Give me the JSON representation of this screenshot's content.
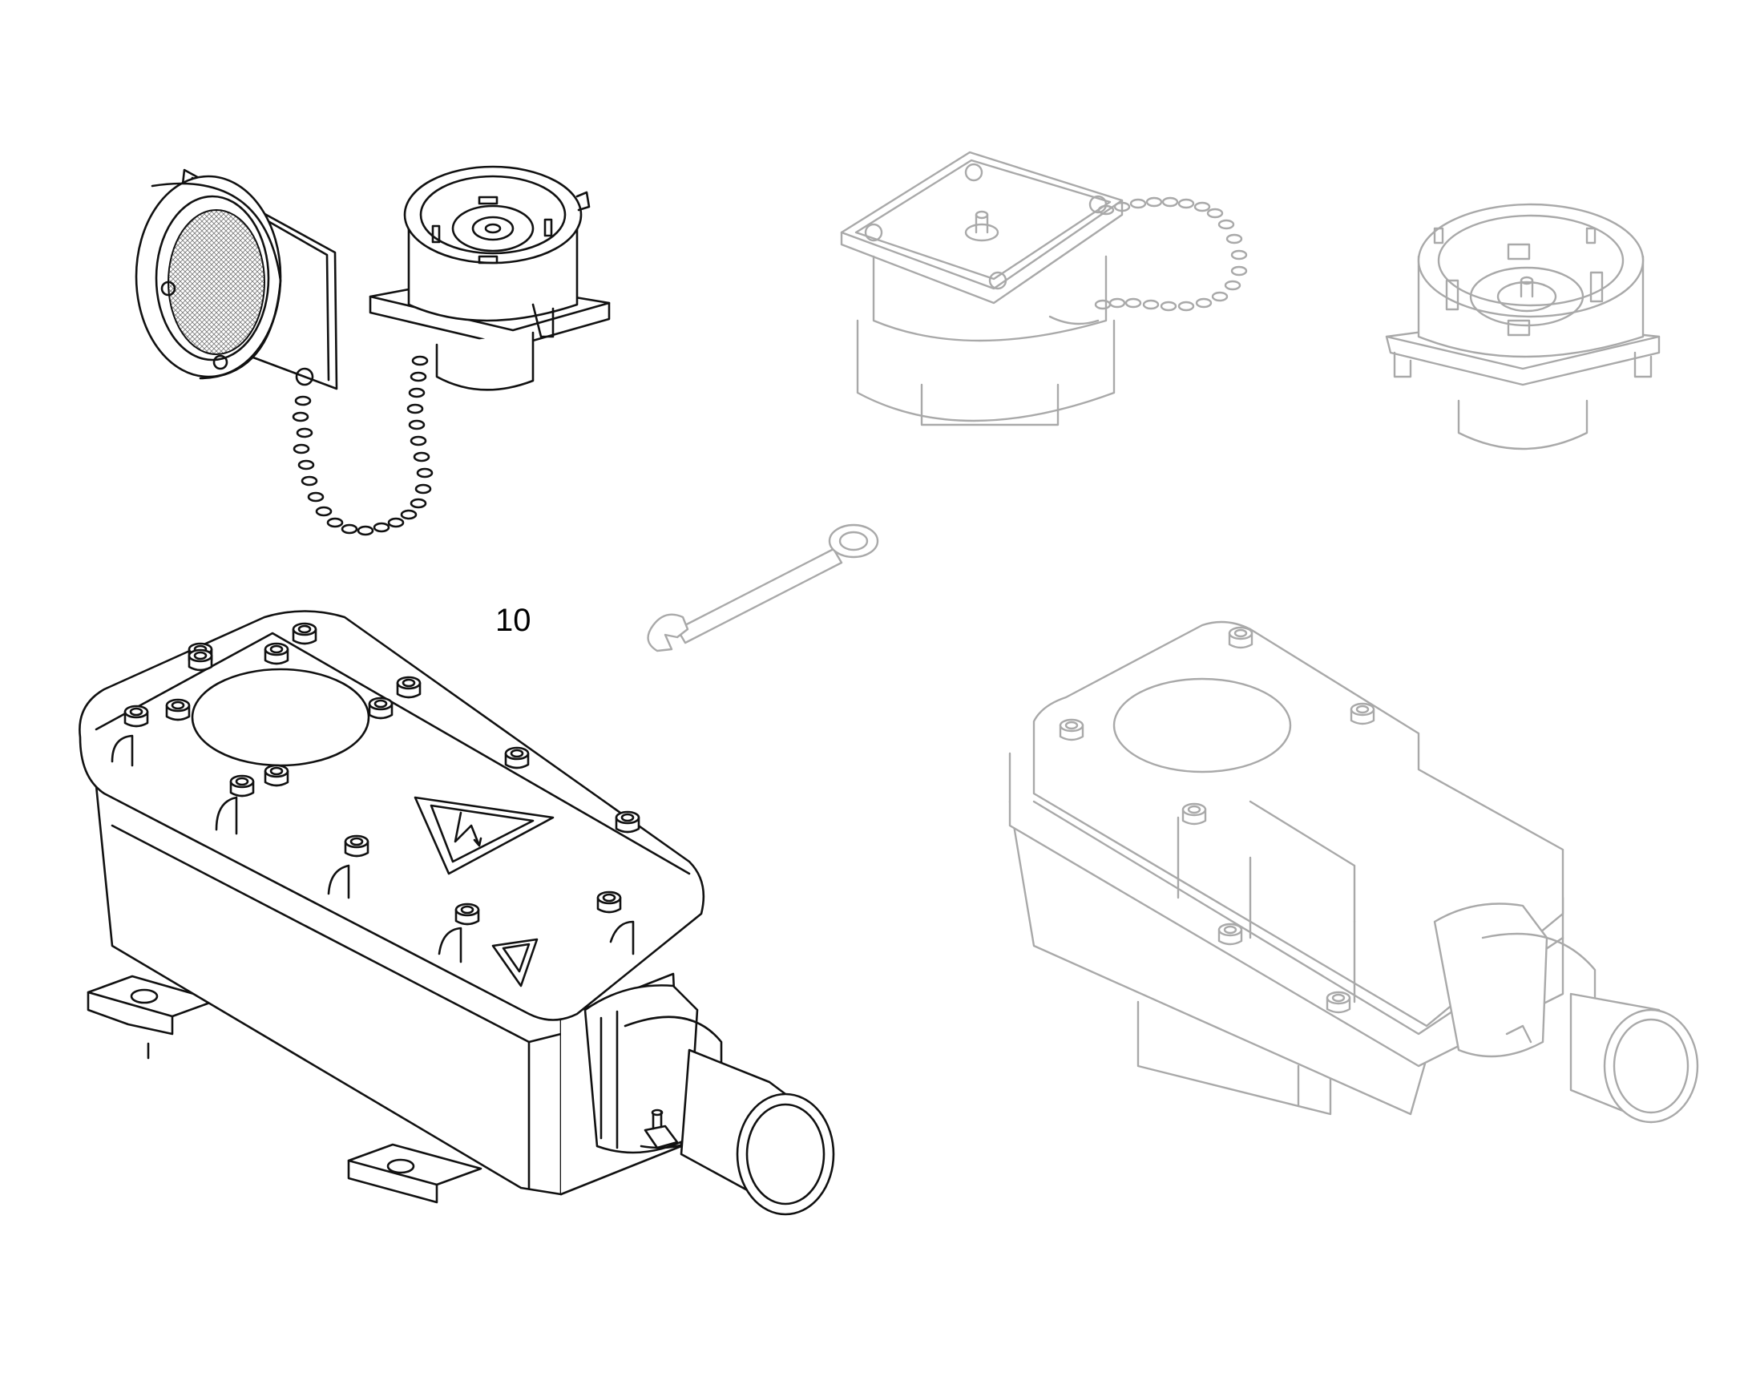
{
  "diagram": {
    "callout_label": "10"
  },
  "colors": {
    "line_primary": "#111111",
    "line_ghost": "#a9a9a9",
    "background": "#ffffff"
  },
  "parts": [
    {
      "name": "plug-with-dust-cap",
      "style": "highlighted"
    },
    {
      "name": "socket-cap-with-chain",
      "style": "ghosted"
    },
    {
      "name": "socket-receptacle",
      "style": "ghosted"
    },
    {
      "name": "combination-wrench",
      "style": "ghosted"
    },
    {
      "name": "junction-box-with-warning-symbol",
      "style": "highlighted"
    },
    {
      "name": "housing-assembly",
      "style": "ghosted"
    }
  ]
}
